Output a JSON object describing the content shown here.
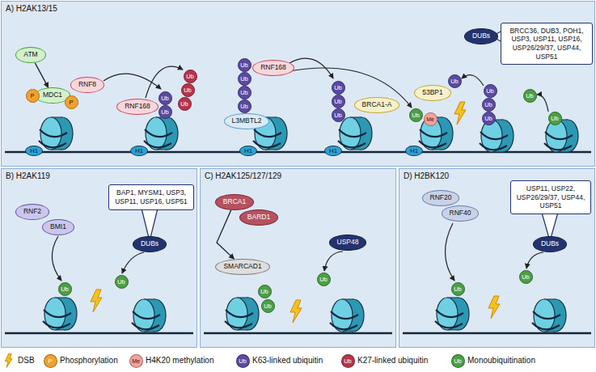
{
  "diagram": {
    "nodes": [
      {
        "text": [
          "A) H2AK13/15"
        ]
      },
      {
        "text": [
          "ATM"
        ],
        "in": 0
      },
      {
        "text": [
          "MDC1"
        ],
        "in": 0
      },
      {
        "text": [
          "RNF8"
        ],
        "in": 0
      },
      {
        "text": [
          "RNF168"
        ],
        "in": 0
      },
      {
        "text": [
          "L3MBTL2"
        ],
        "in": 0
      },
      {
        "text": [
          "RNF168"
        ],
        "in": 0
      },
      {
        "text": [
          "BRCA1-A"
        ],
        "in": 0
      },
      {
        "text": [
          "53BP1"
        ],
        "in": 0
      },
      {
        "text": [
          "DUBs"
        ],
        "in": 0
      },
      {
        "text": [
          "BRCC36, DUB3, POH1, USP3, USP11, USP16, USP26/29/37, USP44, USP51"
        ],
        "in": 0
      },
      {
        "text": [
          "B) H2AK119"
        ]
      },
      {
        "text": [
          "RNF2"
        ],
        "in": 11
      },
      {
        "text": [
          "BMI1"
        ],
        "in": 11
      },
      {
        "text": [
          "BAP1, MYSM1, USP3, USP11, USP16, USP51"
        ],
        "in": 11
      },
      {
        "text": [
          "DUBs"
        ],
        "in": 11
      },
      {
        "text": [
          "C) H2AK125/127/129"
        ]
      },
      {
        "text": [
          "BRCA1"
        ],
        "in": 16
      },
      {
        "text": [
          "BARD1"
        ],
        "in": 16
      },
      {
        "text": [
          "SMARCAD1"
        ],
        "in": 16
      },
      {
        "text": [
          "USP48"
        ],
        "in": 16
      },
      {
        "text": [
          "D) H2BK120"
        ]
      },
      {
        "text": [
          "RNF20"
        ],
        "in": 21
      },
      {
        "text": [
          "RNF40"
        ],
        "in": 21
      },
      {
        "text": [
          "USP11, USP22, USP26/29/37, USP44, USP51"
        ],
        "in": 21
      },
      {
        "text": [
          "DUBs"
        ],
        "in": 21
      }
    ],
    "edges": [
      {
        "from": 1,
        "to": 2,
        "arrow": "to"
      },
      {
        "from": 17,
        "to": 19,
        "arrow": "to"
      }
    ],
    "labels": [
      "P",
      "P",
      "Ub",
      "Ub",
      "Ub",
      "Ub",
      "Ub",
      "Ub",
      "Ub",
      "Ub",
      "Ub",
      "Ub",
      "Ub",
      "Ub",
      "Ub",
      "Me",
      "H1",
      "H1",
      "H1",
      "H1",
      "H1",
      "Ub",
      "Ub",
      "Ub",
      "Ub",
      "Ub",
      "Ub",
      "Ub",
      "Ub",
      "Ub",
      "Ub",
      "Ub",
      "Ub",
      "Ub",
      "P",
      "Me",
      "Ub",
      "Ub",
      "Ub"
    ],
    "legend": [
      {
        "text": "DSB"
      },
      {
        "text": "Phosphorylation",
        "color": "#f2a12d"
      },
      {
        "text": "H4K20 methylation",
        "color": "#f4a39c"
      },
      {
        "text": "K63-linked ubiquitin",
        "color": "#5b4aa0"
      },
      {
        "text": "K27-linked ubiquitin",
        "color": "#b83549"
      },
      {
        "text": "Monoubiquitination",
        "color": "#4c9f44"
      }
    ]
  }
}
